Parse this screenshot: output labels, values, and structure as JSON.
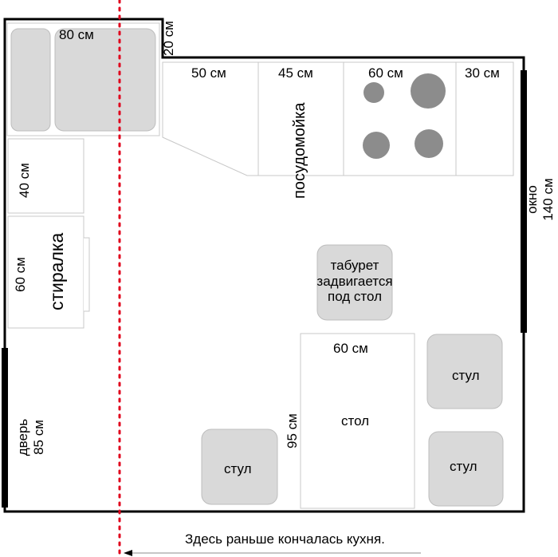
{
  "plan": {
    "sink_width": "80 см",
    "niche_depth": "20 см",
    "counter_50": "50 см",
    "dishwasher_width": "45 см",
    "stove_width": "60 см",
    "counter_30": "30 см",
    "dishwasher_label": "посудомойка",
    "window_label_1": "окно",
    "window_label_2": "140 см",
    "cabinet_40": "40 см",
    "washer_width": "60 см",
    "washer_label": "стиралка",
    "stool_line1": "табурет",
    "stool_line2": "задвигается",
    "stool_line3": "под стол",
    "table_width": "60 см",
    "table_length": "95 см",
    "table_label": "стол",
    "chair_label": "стул",
    "door_label_1": "дверь",
    "door_label_2": "85 см",
    "note": "Здесь раньше кончалась кухня."
  },
  "colors": {
    "wall": "#000000",
    "furniture_fill": "#d9d9d9",
    "burner_fill": "#8c8c8c",
    "outline": "#c8c8c8",
    "red_line": "#e0001b"
  }
}
